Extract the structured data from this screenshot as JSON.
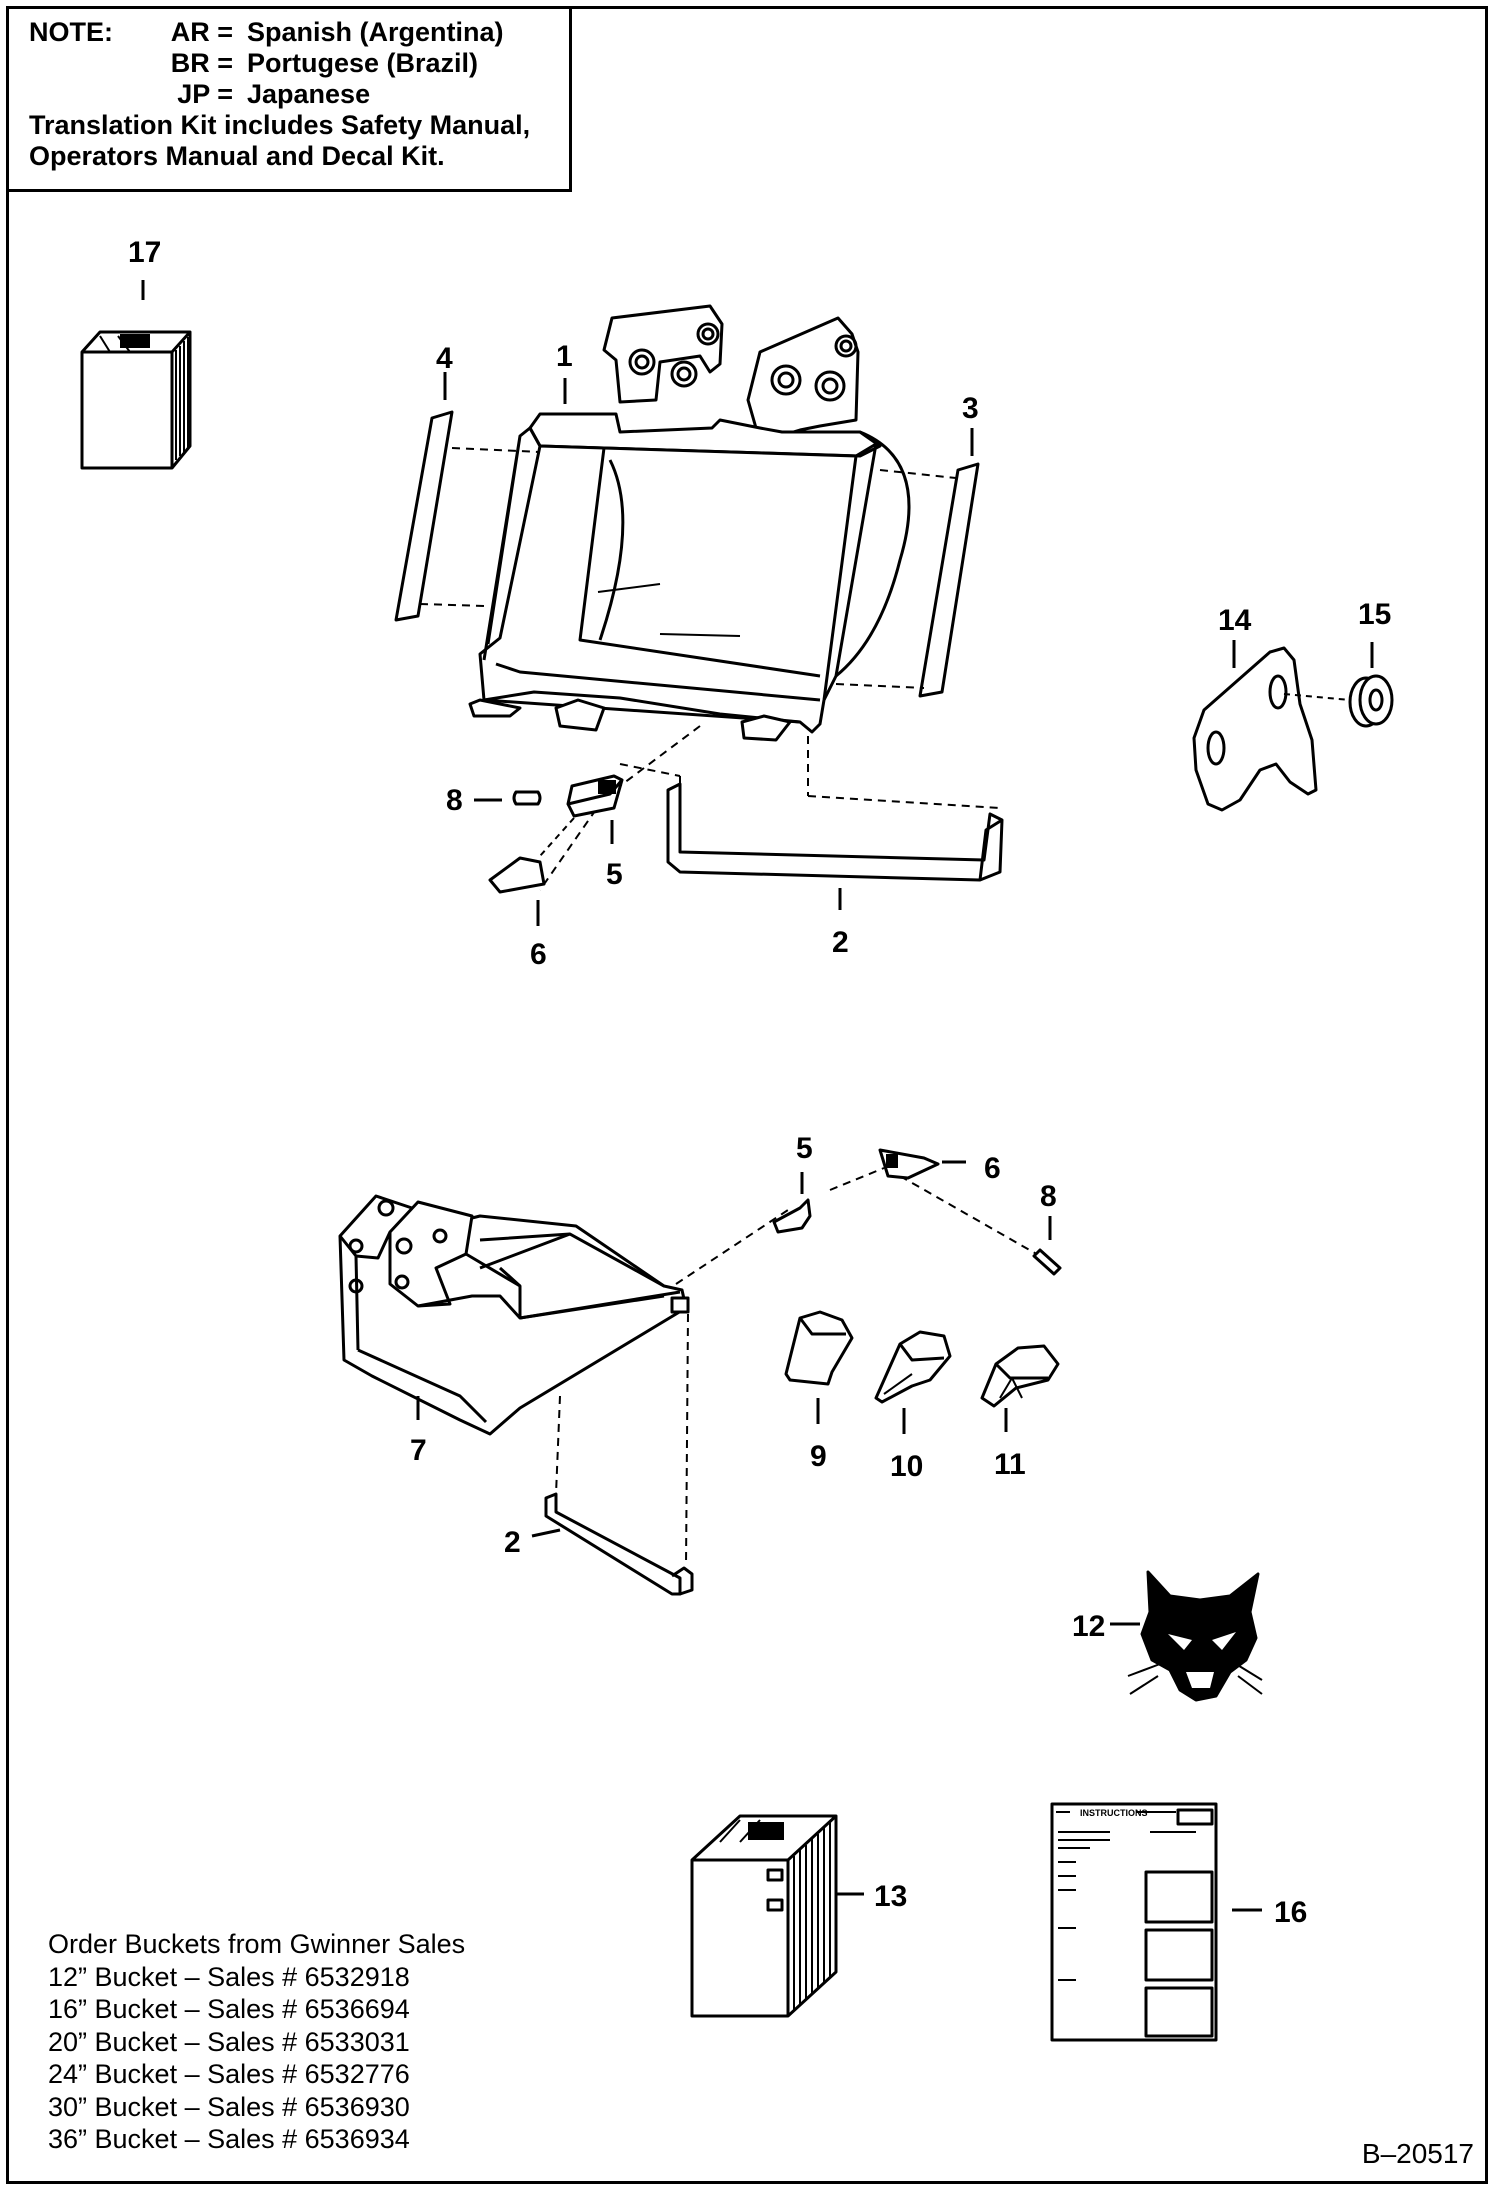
{
  "note": {
    "prefix": "NOTE:",
    "lines": [
      {
        "code": "AR =",
        "language": "Spanish (Argentina)"
      },
      {
        "code": "BR =",
        "language": "Portugese (Brazil)"
      },
      {
        "code": "JP =",
        "language": "Japanese"
      }
    ],
    "kit_line1": "Translation Kit includes Safety Manual,",
    "kit_line2": "Operators Manual and Decal Kit."
  },
  "callouts": {
    "c1": "1",
    "c2a": "2",
    "c2b": "2",
    "c3": "3",
    "c4": "4",
    "c5a": "5",
    "c5b": "5",
    "c6a": "6",
    "c6b": "6",
    "c7": "7",
    "c8a": "8",
    "c8b": "8",
    "c9": "9",
    "c10": "10",
    "c11": "11",
    "c12": "12",
    "c13": "13",
    "c14": "14",
    "c15": "15",
    "c16": "16",
    "c17": "17"
  },
  "instruction_sheet": {
    "heading": "INSTRUCTIONS"
  },
  "order": {
    "heading": "Order Buckets from Gwinner Sales",
    "items": [
      "12” Bucket – Sales # 6532918",
      "16” Bucket – Sales # 6536694",
      "20” Bucket – Sales # 6533031",
      "24” Bucket – Sales # 6532776",
      "30” Bucket – Sales # 6536930",
      "36” Bucket – Sales # 6536934"
    ]
  },
  "drawing_number": "B–20517",
  "colors": {
    "line": "#000000",
    "background": "#ffffff",
    "shade": "#555555"
  }
}
